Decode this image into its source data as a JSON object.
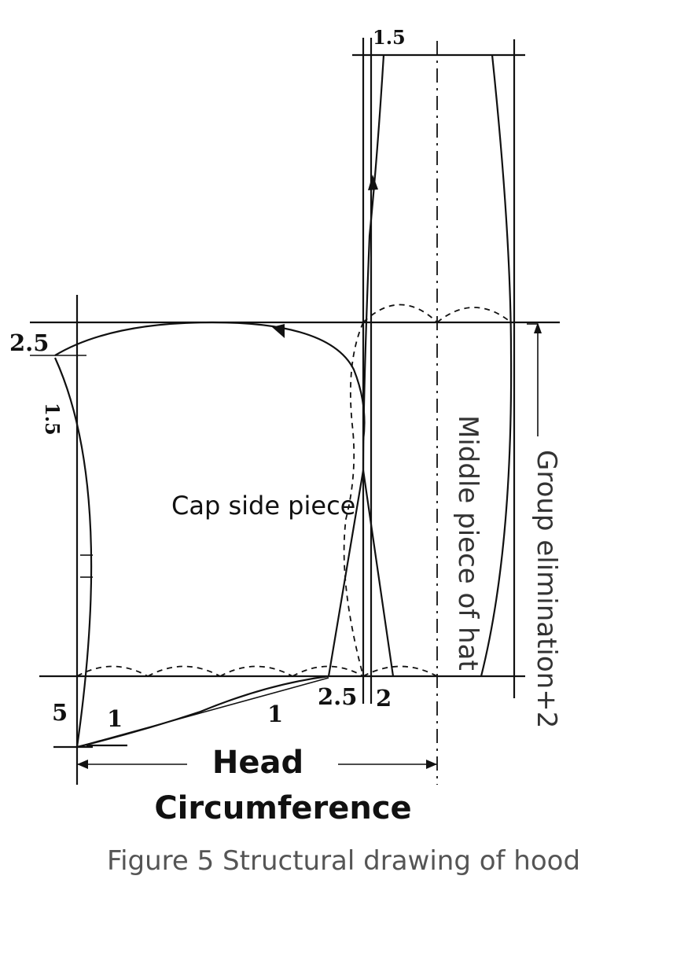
{
  "labels": {
    "top_measure": "1.5",
    "corner_measure": "2.5",
    "side_measure": "1.5",
    "bottom_left_measure": "5",
    "segment_1a": "1",
    "segment_1b": "1",
    "dart_left": "2.5",
    "dart_right": "2",
    "cap_side_piece": "Cap side piece",
    "middle_piece": "Middle piece of hat",
    "group_elimination": "Group elimination+2",
    "head_line1": "Head",
    "head_line2": "Circumference",
    "figure_caption": "Figure 5 Structural drawing of hood"
  }
}
